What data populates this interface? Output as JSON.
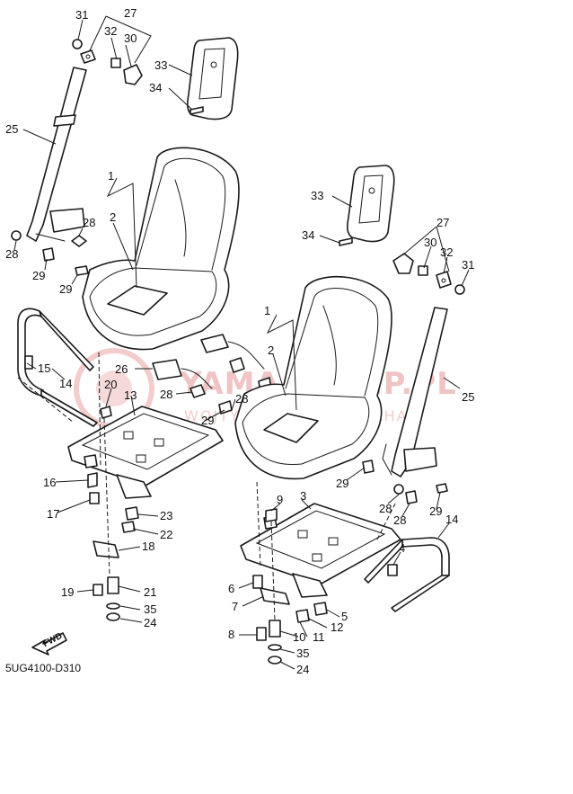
{
  "diagram_code": "5UG4100-D310",
  "watermark": {
    "text": "YAMA-SKLEP.PL",
    "subtext": "WOJTY... DEALER YAMAHA",
    "color": "#f0c4c4"
  },
  "fwd_label": "FWD",
  "callouts": {
    "c31a": "31",
    "c27a": "27",
    "c32a": "32",
    "c30a": "30",
    "c33a": "33",
    "c34a": "34",
    "c25a": "25",
    "c1a": "1",
    "c2a": "2",
    "c28a": "28",
    "c28b": "28",
    "c29a": "29",
    "c29b": "29",
    "c15": "15",
    "c14a": "14",
    "c20": "20",
    "c13": "13",
    "c26": "26",
    "c28c": "28",
    "c29c": "29",
    "c28d": "28",
    "c16": "16",
    "c17": "17",
    "c23": "23",
    "c22": "22",
    "c18": "18",
    "c19": "19",
    "c21": "21",
    "c35a": "35",
    "c24a": "24",
    "c1b": "1",
    "c2b": "2",
    "c33b": "33",
    "c34b": "34",
    "c27b": "27",
    "c30b": "30",
    "c32b": "32",
    "c31b": "31",
    "c25b": "25",
    "c29d": "29",
    "c28e": "28",
    "c28f": "28",
    "c29e": "29",
    "c9": "9",
    "c3": "3",
    "c14b": "14",
    "c4": "4",
    "c6": "6",
    "c7": "7",
    "c5": "5",
    "c12": "12",
    "c8": "8",
    "c10": "10",
    "c11": "11",
    "c35b": "35",
    "c24b": "24"
  }
}
